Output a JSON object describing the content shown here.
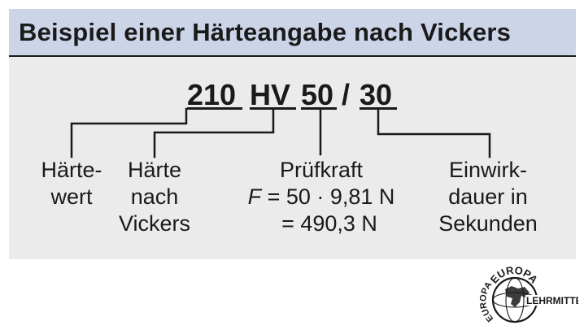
{
  "header": {
    "title": "Beispiel einer Härteangabe nach Vickers"
  },
  "code": {
    "hardness_value": "210",
    "method": "HV",
    "test_force": "50",
    "separator": "/",
    "dwell_time": "30"
  },
  "labels": {
    "haertewert": [
      "Härte-",
      "wert"
    ],
    "haerte_nach_vickers": [
      "Härte",
      "nach",
      "Vickers"
    ],
    "pruefkraft": {
      "title": "Prüfkraft",
      "formula_symbol": "F",
      "formula_rest": " = 50 · 9,81 N",
      "result": "= 490,3 N"
    },
    "einwirkdauer": [
      "Einwirk-",
      "dauer in",
      "Sekunden"
    ]
  },
  "logo": {
    "top": "EUROPA",
    "left": "EUROPA",
    "right": "LEHRMITTEL"
  },
  "colors": {
    "header_bg": "#ccd5e8",
    "panel_bg": "#ebebeb",
    "ink": "#1a1a1a"
  }
}
